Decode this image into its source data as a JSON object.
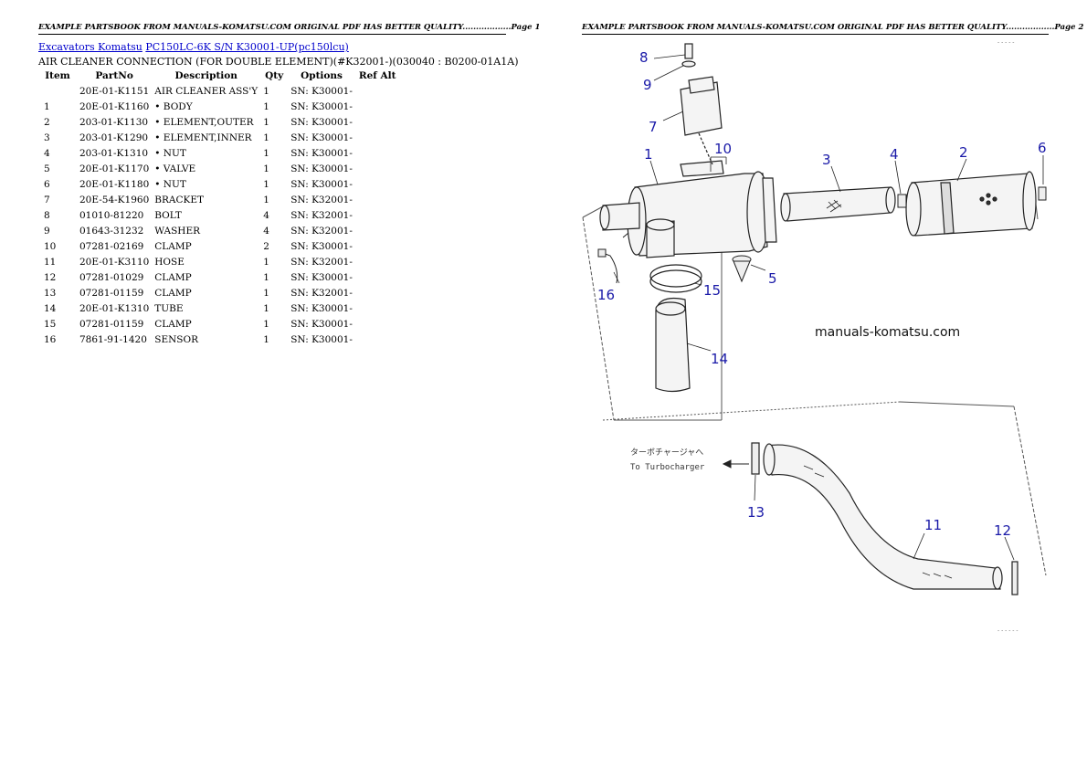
{
  "header": {
    "left": "EXAMPLE PARTSBOOK FROM MANUALS-KOMATSU.COM ORIGINAL PDF HAS BETTER QUALITY..................Page 1",
    "right": "EXAMPLE PARTSBOOK FROM MANUALS-KOMATSU.COM ORIGINAL PDF HAS BETTER QUALITY..................Page 2"
  },
  "breadcrumb": {
    "link1": "Excavators Komatsu",
    "link2": "PC150LC-6K S/N K30001-UP(pc150lcu)"
  },
  "subtitle": "AIR CLEANER CONNECTION (FOR DOUBLE ELEMENT)(#K32001-)(030040 : B0200-01A1A)",
  "table": {
    "headers": [
      "Item",
      "PartNo",
      "Description",
      "Qty",
      "Options",
      "Ref Alt"
    ],
    "rows": [
      [
        "",
        "20E-01-K1151",
        "AIR CLEANER ASS'Y",
        "1",
        "SN: K30001-",
        ""
      ],
      [
        "1",
        "20E-01-K1160",
        "• BODY",
        "1",
        "SN: K30001-",
        ""
      ],
      [
        "2",
        "203-01-K1130",
        "• ELEMENT,OUTER",
        "1",
        "SN: K30001-",
        ""
      ],
      [
        "3",
        "203-01-K1290",
        "• ELEMENT,INNER",
        "1",
        "SN: K30001-",
        ""
      ],
      [
        "4",
        "203-01-K1310",
        "• NUT",
        "1",
        "SN: K30001-",
        ""
      ],
      [
        "5",
        "20E-01-K1170",
        "• VALVE",
        "1",
        "SN: K30001-",
        ""
      ],
      [
        "6",
        "20E-01-K1180",
        "• NUT",
        "1",
        "SN: K30001-",
        ""
      ],
      [
        "7",
        "20E-54-K1960",
        "BRACKET",
        "1",
        "SN: K32001-",
        ""
      ],
      [
        "8",
        "01010-81220",
        "BOLT",
        "4",
        "SN: K32001-",
        ""
      ],
      [
        "9",
        "01643-31232",
        "WASHER",
        "4",
        "SN: K32001-",
        ""
      ],
      [
        "10",
        "07281-02169",
        "CLAMP",
        "2",
        "SN: K30001-",
        ""
      ],
      [
        "11",
        "20E-01-K3110",
        "HOSE",
        "1",
        "SN: K32001-",
        ""
      ],
      [
        "12",
        "07281-01029",
        "CLAMP",
        "1",
        "SN: K30001-",
        ""
      ],
      [
        "13",
        "07281-01159",
        "CLAMP",
        "1",
        "SN: K32001-",
        ""
      ],
      [
        "14",
        "20E-01-K1310",
        "TUBE",
        "1",
        "SN: K30001-",
        ""
      ],
      [
        "15",
        "07281-01159",
        "CLAMP",
        "1",
        "SN: K30001-",
        ""
      ],
      [
        "16",
        "7861-91-1420",
        "SENSOR",
        "1",
        "SN: K30001-",
        ""
      ]
    ]
  },
  "diagram": {
    "callouts": [
      "8",
      "9",
      "7",
      "1",
      "10",
      "3",
      "4",
      "2",
      "6",
      "5",
      "15",
      "16",
      "14",
      "13",
      "11",
      "12"
    ],
    "watermark": "manuals-komatsu.com",
    "turbo_jp": "ターボチャージャへ",
    "turbo_en": "To Turbocharger",
    "ref_top": "- - - - -",
    "ref_bottom": "- - - - - -"
  }
}
